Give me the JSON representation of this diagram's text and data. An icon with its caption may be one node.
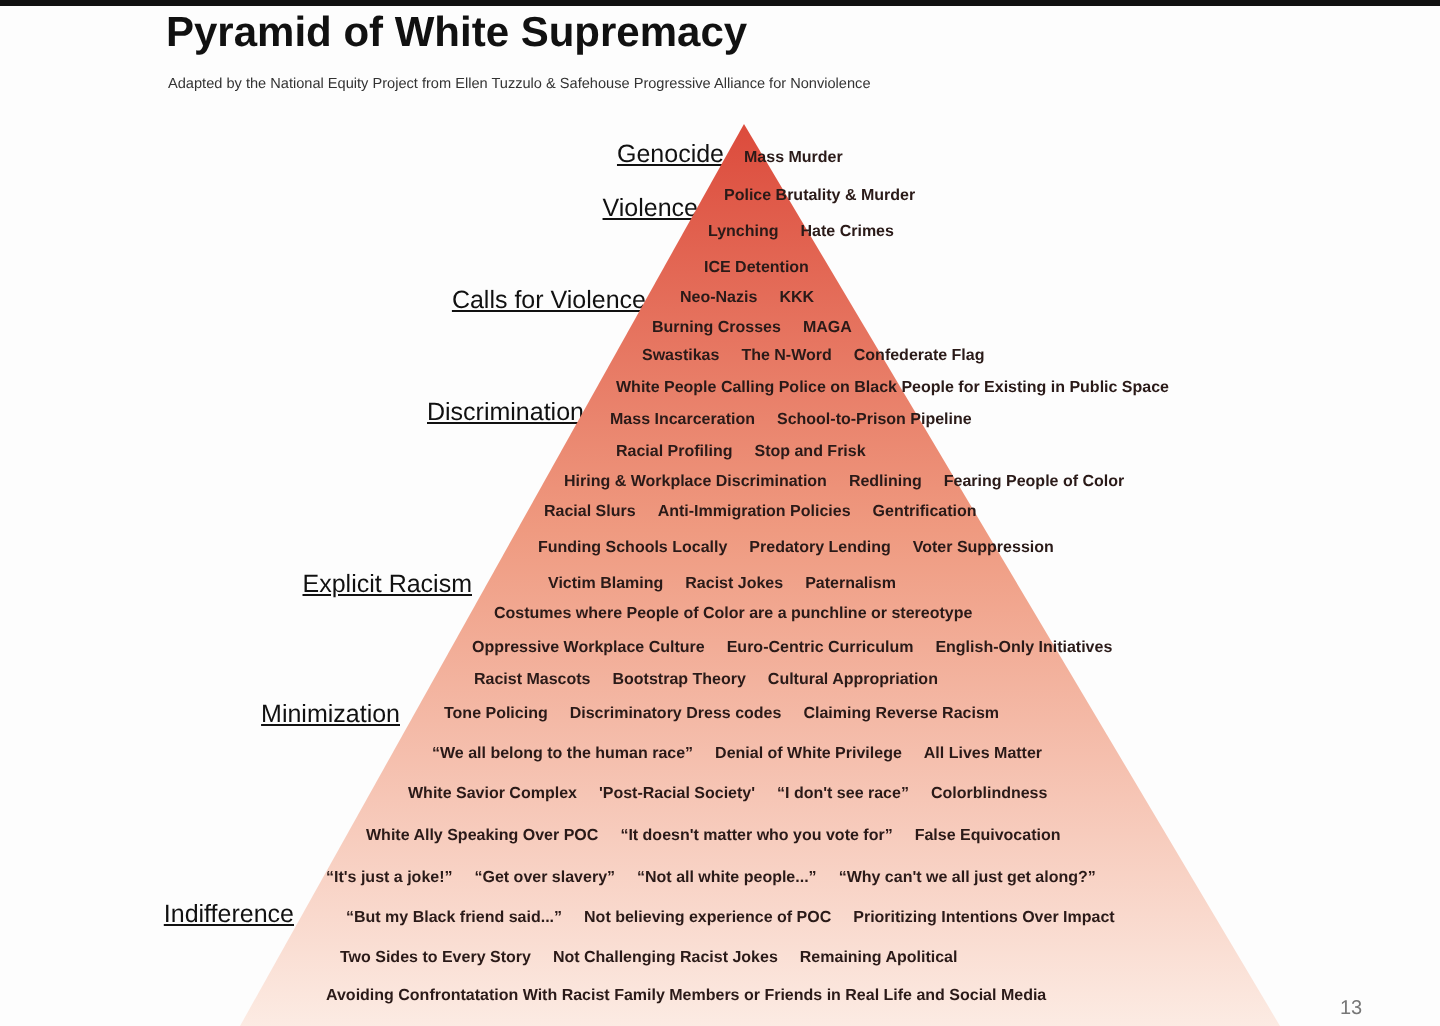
{
  "diagram": {
    "title": "Pyramid of White Supremacy",
    "nodes": [
      {
        "text": [
          "Mass Murder",
          "Police Brutality & Murder",
          "Lynching",
          "Hate Crimes",
          "ICE Detention",
          "Neo-Nazis",
          "KKK",
          "Burning Crosses",
          "MAGA",
          "Swastikas",
          "The N-Word",
          "Confederate Flag",
          "White People Calling Police on Black People for Existing in Public Space",
          "Mass Incarceration",
          "School-to-Prison Pipeline",
          "Racial Profiling",
          "Stop and Frisk",
          "Hiring & Workplace Discrimination",
          "Redlining",
          "Fearing People of Color",
          "Racial Slurs",
          "Anti-Immigration Policies",
          "Gentrification",
          "Funding Schools Locally",
          "Predatory Lending",
          "Voter Suppression",
          "Victim Blaming",
          "Racist Jokes",
          "Paternalism",
          "Costumes where People of Color are a punchline or stereotype",
          "Oppressive Workplace Culture",
          "Euro-Centric Curriculum",
          "English-Only Initiatives",
          "Racist Mascots",
          "Bootstrap Theory",
          "Cultural Appropriation",
          "Tone Policing",
          "Discriminatory Dress codes",
          "Claiming Reverse Racism",
          "“We all belong to the human race”",
          "Denial of White Privilege",
          "All Lives Matter",
          "White Savior Complex",
          "'Post-Racial Society'",
          "“I don't see race”",
          "Colorblindness",
          "White Ally Speaking Over POC",
          "“It doesn't matter who you vote for”",
          "False Equivocation",
          "“It's just a joke!”",
          "“Get over slavery”",
          "“Not all white people...”",
          "“Why can't we all just get along?”",
          "“But my Black friend said...”",
          "Not believing experience of POC",
          "Prioritizing Intentions Over Impact",
          "Two Sides to Every Story",
          "Not Challenging Racist Jokes",
          "Remaining Apolitical",
          "Avoiding Confrontatation With Racist Family Members or Friends in Real Life and Social Media"
        ]
      }
    ],
    "labels": [
      "Adapted by the National Equity Project from Ellen Tuzzulo & Safehouse Progressive Alliance for Nonviolence",
      "Genocide",
      "Violence",
      "Calls for Violence",
      "Discrimination",
      "Explicit Racism",
      "Minimization",
      "Indifference",
      "13"
    ]
  }
}
